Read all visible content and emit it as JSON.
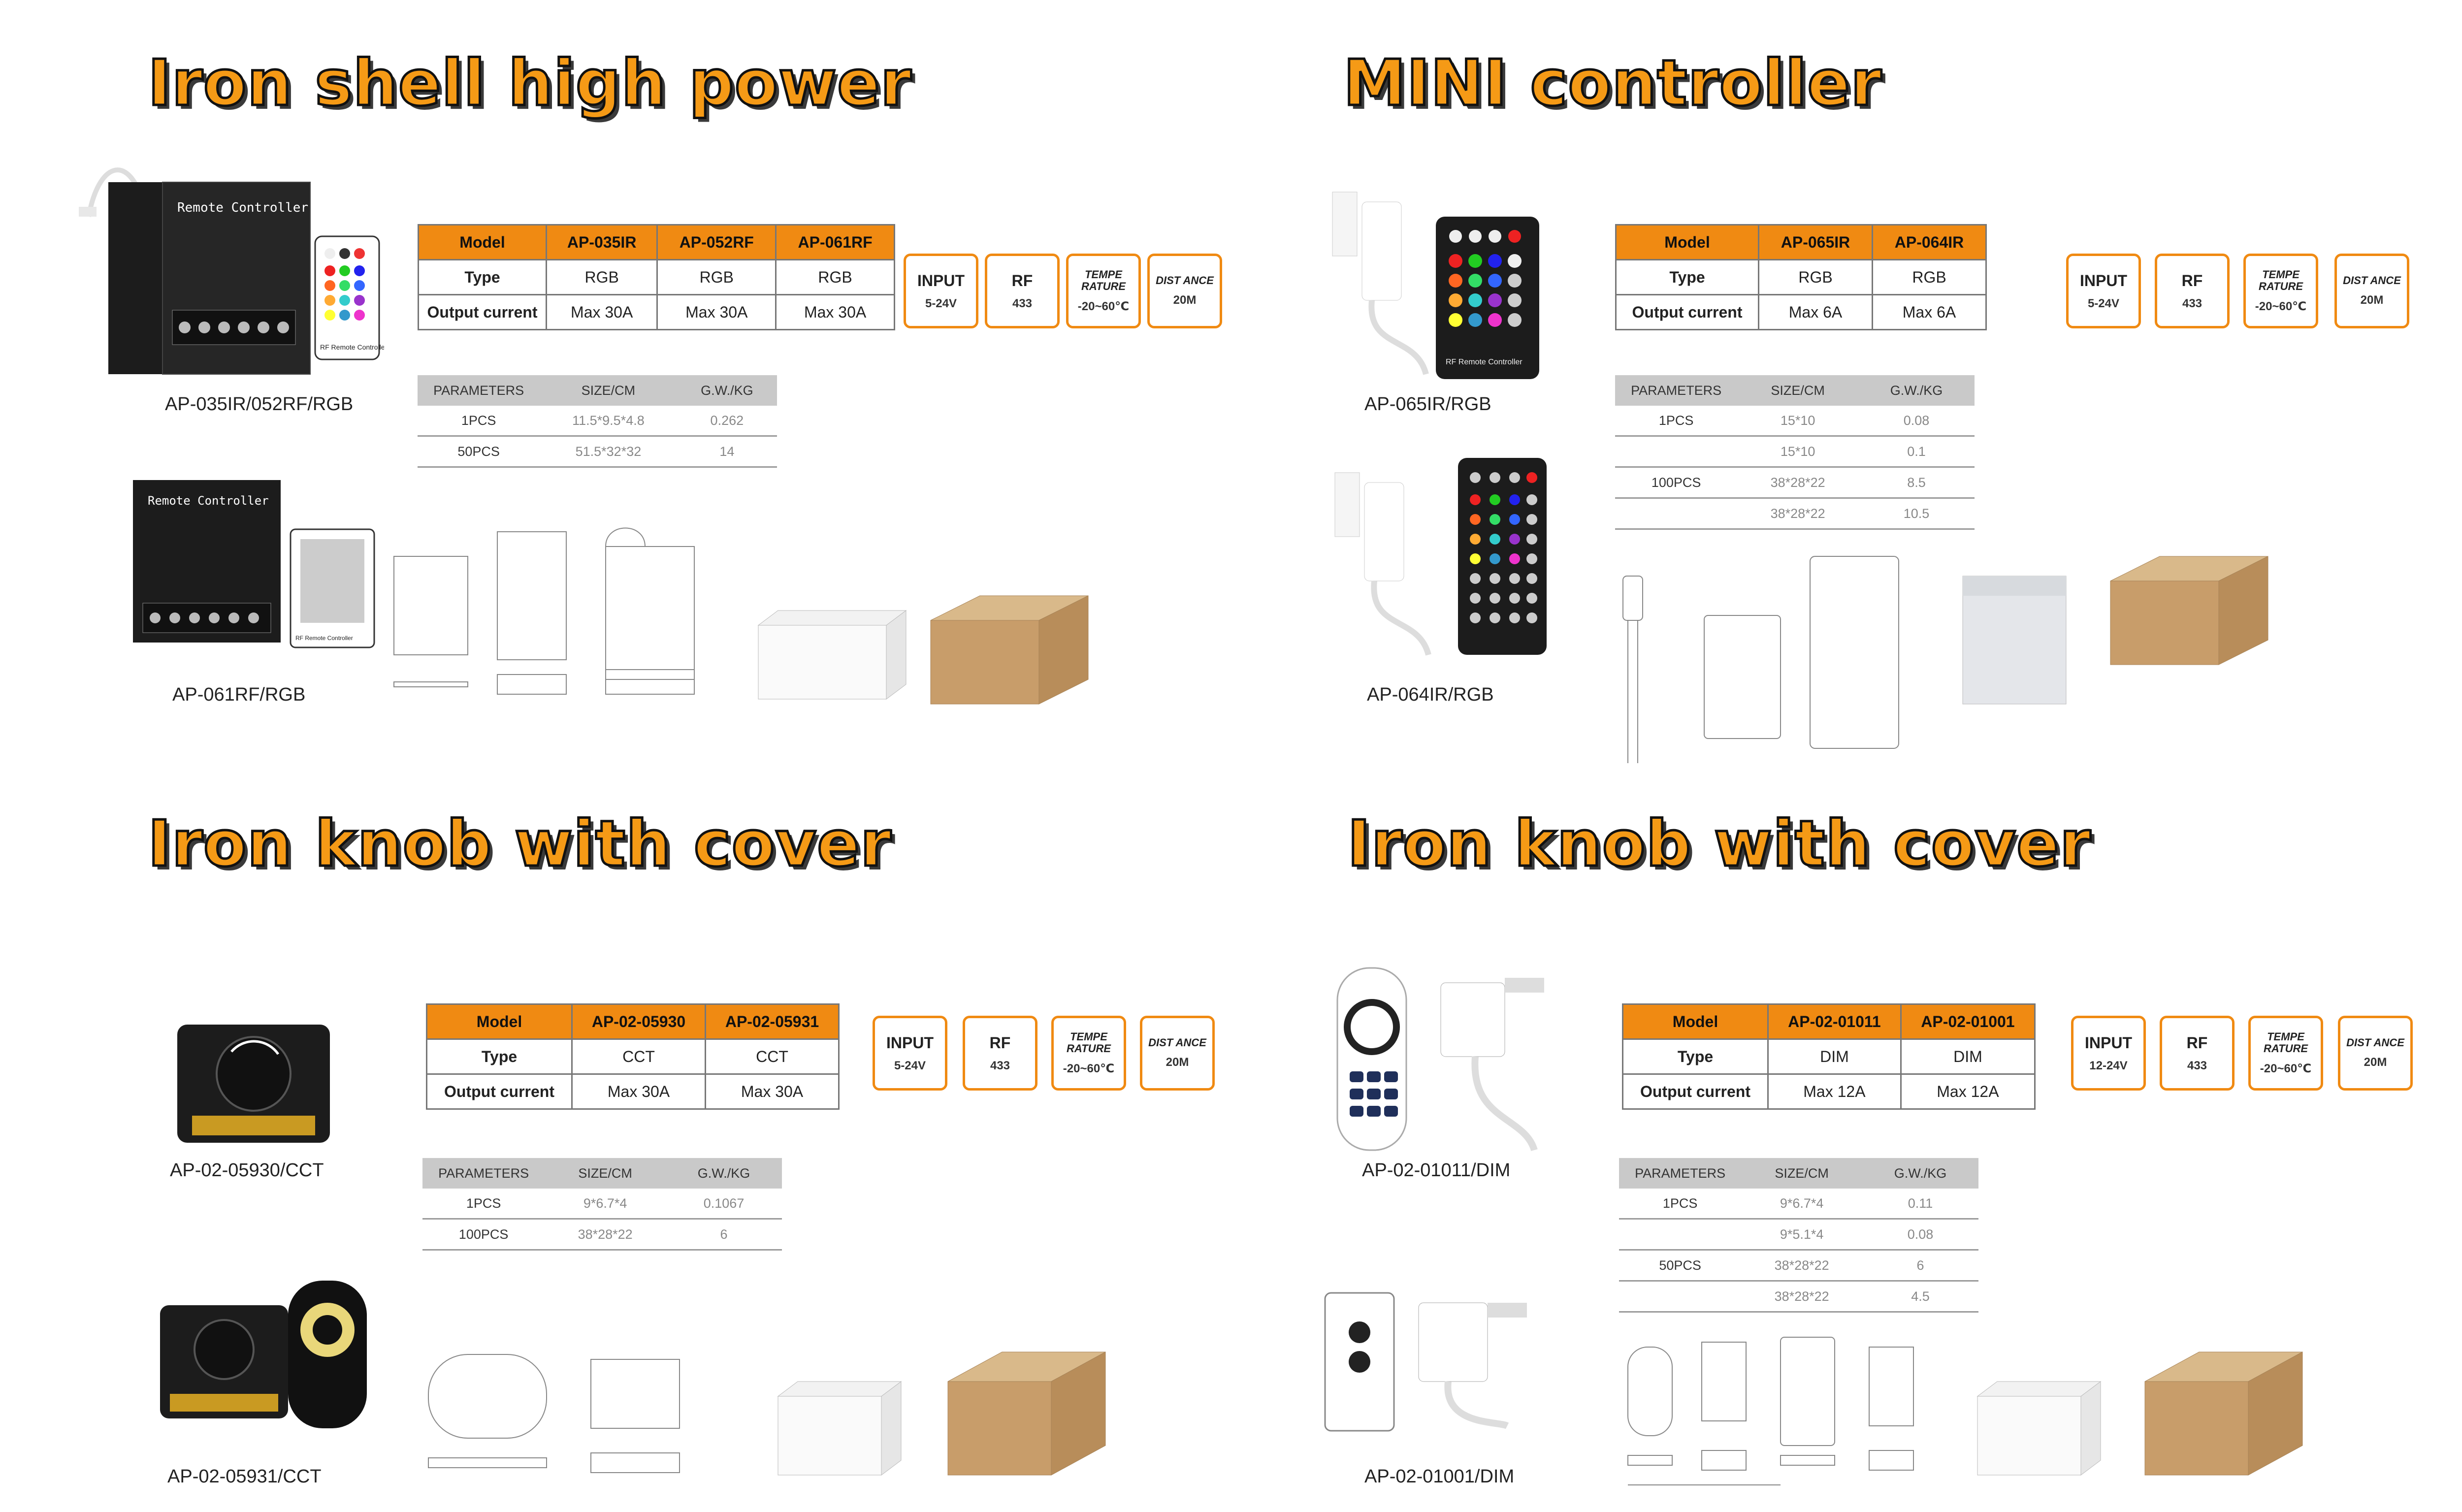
{
  "colors": {
    "accent": "#f08a12",
    "title_fill": "#f59a16"
  },
  "sections": [
    {
      "title": "Iron shell high power",
      "product_1": "AP-035IR/052RF/RGB",
      "product_2": "AP-061RF/RGB",
      "controller_label": "Remote Controller",
      "remote_label": "RF Remote Controller",
      "spec": {
        "header": [
          "Model",
          "AP-035IR",
          "AP-052RF",
          "AP-061RF"
        ],
        "rows": [
          [
            "Type",
            "RGB",
            "RGB",
            "RGB"
          ],
          [
            "Output current",
            "Max 30A",
            "Max 30A",
            "Max 30A"
          ]
        ]
      },
      "badges": [
        {
          "title": "INPUT",
          "value": "5-24V"
        },
        {
          "title": "RF",
          "value": "433"
        },
        {
          "title": "TEMPE RATURE",
          "value": "-20~60℃"
        },
        {
          "title": "DIST ANCE",
          "value": "20M"
        }
      ],
      "params": {
        "header": [
          "PARAMETERS",
          "SIZE/CM",
          "G.W./KG"
        ],
        "rows": [
          [
            "1PCS",
            "11.5*9.5*4.8",
            "0.262"
          ],
          [
            "50PCS",
            "51.5*32*32",
            "14"
          ]
        ]
      }
    },
    {
      "title": "MINI controller",
      "product_1": "AP-065IR/RGB",
      "product_2": "AP-064IR/RGB",
      "remote_label": "RF Remote Controller",
      "spec": {
        "header": [
          "Model",
          "AP-065IR",
          "AP-064IR"
        ],
        "rows": [
          [
            "Type",
            "RGB",
            "RGB"
          ],
          [
            "Output current",
            "Max 6A",
            "Max 6A"
          ]
        ]
      },
      "badges": [
        {
          "title": "INPUT",
          "value": "5-24V"
        },
        {
          "title": "RF",
          "value": "433"
        },
        {
          "title": "TEMPE RATURE",
          "value": "-20~60℃"
        },
        {
          "title": "DIST ANCE",
          "value": "20M"
        }
      ],
      "params": {
        "header": [
          "PARAMETERS",
          "SIZE/CM",
          "G.W./KG"
        ],
        "rows": [
          [
            "1PCS",
            "15*10",
            "0.08"
          ],
          [
            "",
            "15*10",
            "0.1"
          ],
          [
            "100PCS",
            "38*28*22",
            "8.5"
          ],
          [
            "",
            "38*28*22",
            "10.5"
          ]
        ]
      }
    },
    {
      "title": "Iron knob with cover",
      "product_1": "AP-02-05930/CCT",
      "product_2": "AP-02-05931/CCT",
      "spec": {
        "header": [
          "Model",
          "AP-02-05930",
          "AP-02-05931"
        ],
        "rows": [
          [
            "Type",
            "CCT",
            "CCT"
          ],
          [
            "Output current",
            "Max 30A",
            "Max 30A"
          ]
        ]
      },
      "badges": [
        {
          "title": "INPUT",
          "value": "5-24V"
        },
        {
          "title": "RF",
          "value": "433"
        },
        {
          "title": "TEMPE RATURE",
          "value": "-20~60℃"
        },
        {
          "title": "DIST ANCE",
          "value": "20M"
        }
      ],
      "params": {
        "header": [
          "PARAMETERS",
          "SIZE/CM",
          "G.W./KG"
        ],
        "rows": [
          [
            "1PCS",
            "9*6.7*4",
            "0.1067"
          ],
          [
            "100PCS",
            "38*28*22",
            "6"
          ]
        ]
      }
    },
    {
      "title": "Iron knob with cover",
      "product_1": "AP-02-01011/DIM",
      "product_2": "AP-02-01001/DIM",
      "spec": {
        "header": [
          "Model",
          "AP-02-01011",
          "AP-02-01001"
        ],
        "rows": [
          [
            "Type",
            "DIM",
            "DIM"
          ],
          [
            "Output current",
            "Max 12A",
            "Max 12A"
          ]
        ]
      },
      "badges": [
        {
          "title": "INPUT",
          "value": "12-24V"
        },
        {
          "title": "RF",
          "value": "433"
        },
        {
          "title": "TEMPE RATURE",
          "value": "-20~60℃"
        },
        {
          "title": "DIST ANCE",
          "value": "20M"
        }
      ],
      "params": {
        "header": [
          "PARAMETERS",
          "SIZE/CM",
          "G.W./KG"
        ],
        "rows": [
          [
            "1PCS",
            "9*6.7*4",
            "0.11"
          ],
          [
            "",
            "9*5.1*4",
            "0.08"
          ],
          [
            "50PCS",
            "38*28*22",
            "6"
          ],
          [
            "",
            "38*28*22",
            "4.5"
          ]
        ]
      }
    }
  ]
}
